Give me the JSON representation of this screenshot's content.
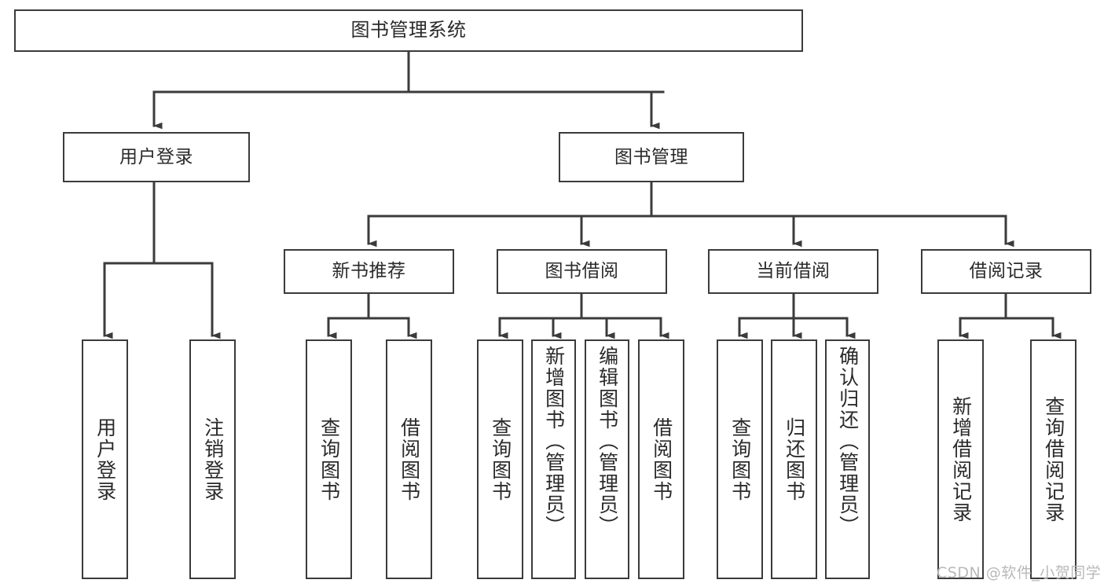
{
  "diagram": {
    "title": "图书管理系统",
    "type": "tree-hierarchy",
    "background_color": "#ffffff",
    "box_border_color": "#3b3b3b",
    "connector_color": "#3b3b3b",
    "text_color": "#2a2a2a"
  },
  "nodes": {
    "root": {
      "label": "图书管理系统"
    },
    "level2": [
      {
        "label": "用户登录"
      },
      {
        "label": "图书管理"
      }
    ],
    "level3": [
      {
        "label": "新书推荐"
      },
      {
        "label": "图书借阅"
      },
      {
        "label": "当前借阅"
      },
      {
        "label": "借阅记录"
      }
    ],
    "leaves": {
      "user_login": [
        {
          "label": "用户登录"
        },
        {
          "label": "注销登录"
        }
      ],
      "new_book": [
        {
          "label": "查询图书"
        },
        {
          "label": "借阅图书"
        }
      ],
      "book_borrow": [
        {
          "label": "查询图书"
        },
        {
          "label": "新增图书（管理员）"
        },
        {
          "label": "编辑图书（管理员）"
        },
        {
          "label": "借阅图书"
        }
      ],
      "current_borrow": [
        {
          "label": "查询图书"
        },
        {
          "label": "归还图书"
        },
        {
          "label": "确认归还（管理员）"
        }
      ],
      "borrow_record": [
        {
          "label": "新增借阅记录"
        },
        {
          "label": "查询借阅记录"
        }
      ]
    }
  },
  "watermark": {
    "text": "CSDN @软件_小贺同学"
  }
}
